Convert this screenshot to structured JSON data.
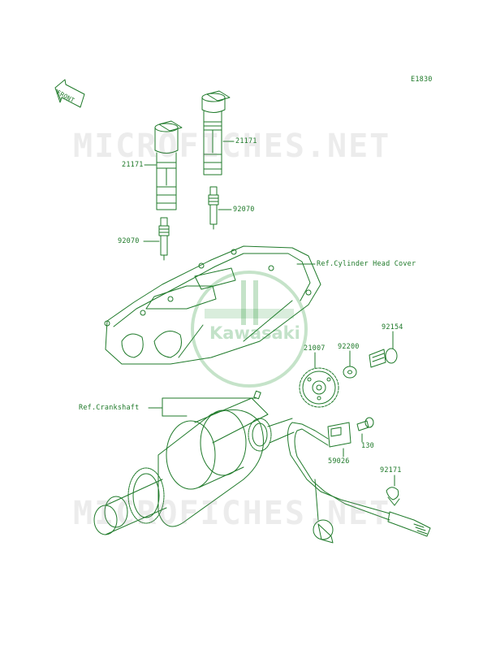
{
  "diagram_code": "E1830",
  "front_label": "FRONT",
  "watermark": "MICROFICHES.NET",
  "logo_text": "Kawasaki",
  "colors": {
    "line": "#1f7a2a",
    "watermark": "#b4b4b4",
    "logo": "#2e9a3e"
  },
  "labels": {
    "coil_right": "21171",
    "coil_left": "21171",
    "plug_right": "92070",
    "plug_left": "92070",
    "head_cover": "Ref.Cylinder Head Cover",
    "crankshaft": "Ref.Crankshaft",
    "rotor": "21007",
    "washer": "92200",
    "bolt": "92154",
    "pickup_bolt": "130",
    "pickup_coil": "59026",
    "clamp": "92171"
  }
}
